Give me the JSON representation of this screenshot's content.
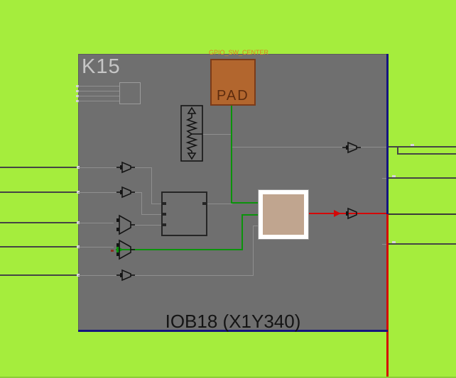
{
  "view": {
    "tool": "fpga-editor-tile-view",
    "tile_name": "IOB18 (X1Y340)",
    "pin_name": "K15",
    "pad_label": "PAD",
    "net_name": "GPIO_SW_CENTER"
  },
  "colors": {
    "background": "#a5ed3d",
    "tile_fill": "#6f6f6f",
    "tile_border": "#16167e",
    "pad_fill": "#b2662e",
    "pad_border": "#7c3b18",
    "net_label": "#e07d1e",
    "pad_net_wire": "#0b930b",
    "output_net_wire": "#d40808",
    "wire_inside_tile": "#8f8f8f",
    "wire_outside_tile": "#454545",
    "site_block_fill": "#c0a58f",
    "site_block_border": "#ffffff"
  }
}
